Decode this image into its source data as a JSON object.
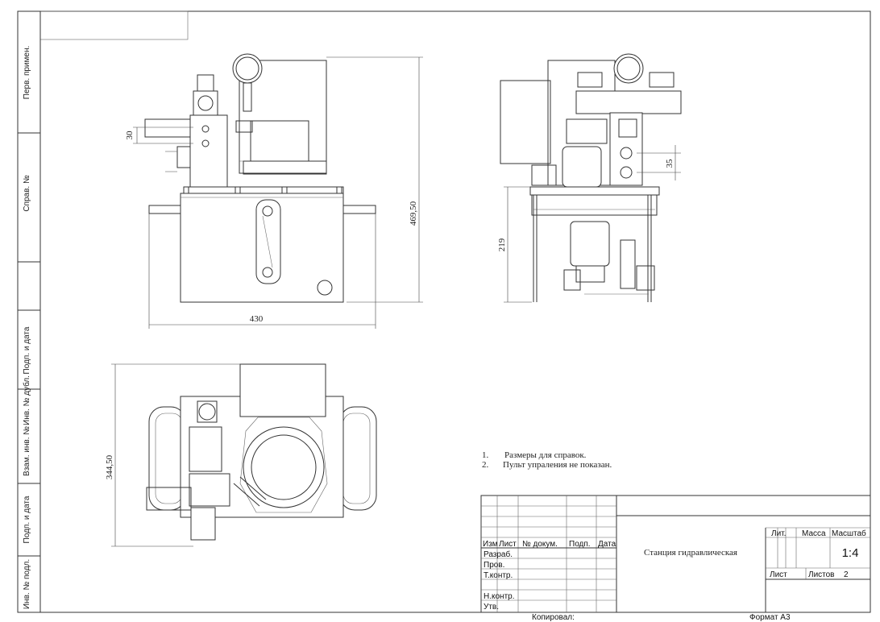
{
  "side_labels": [
    "Перв. примен.",
    "Справ. №",
    "Подп. и дата",
    "Инв. № дубл.",
    "Взам. инв. №",
    "Подп. и дата",
    "Инв. № подл."
  ],
  "dimensions": {
    "front_small": "30",
    "front_height": "469,50",
    "front_width": "430",
    "side_small": "35",
    "side_height": "219",
    "top_depth": "344,50"
  },
  "notes": [
    "Размеры для справок.",
    "Пульт упраления не показан."
  ],
  "title_block": {
    "col_izm": "Изм",
    "col_list": "Лист",
    "col_doc": "№ докум.",
    "col_podp": "Подп.",
    "col_data": "Дата",
    "razrab": "Разраб.",
    "prov": "Пров.",
    "tkontr": "Т.контр.",
    "nkontr": "Н.контр.",
    "utv": "Утв.",
    "name": "Станция гидравлическая",
    "lit": "Лит.",
    "massa": "Масса",
    "masshtab": "Масштаб",
    "scale_value": "1:4",
    "sheet": "Лист",
    "sheets": "Листов",
    "sheets_value": "2"
  },
  "footer": {
    "copied": "Копировал:",
    "format": "Формат А3"
  }
}
